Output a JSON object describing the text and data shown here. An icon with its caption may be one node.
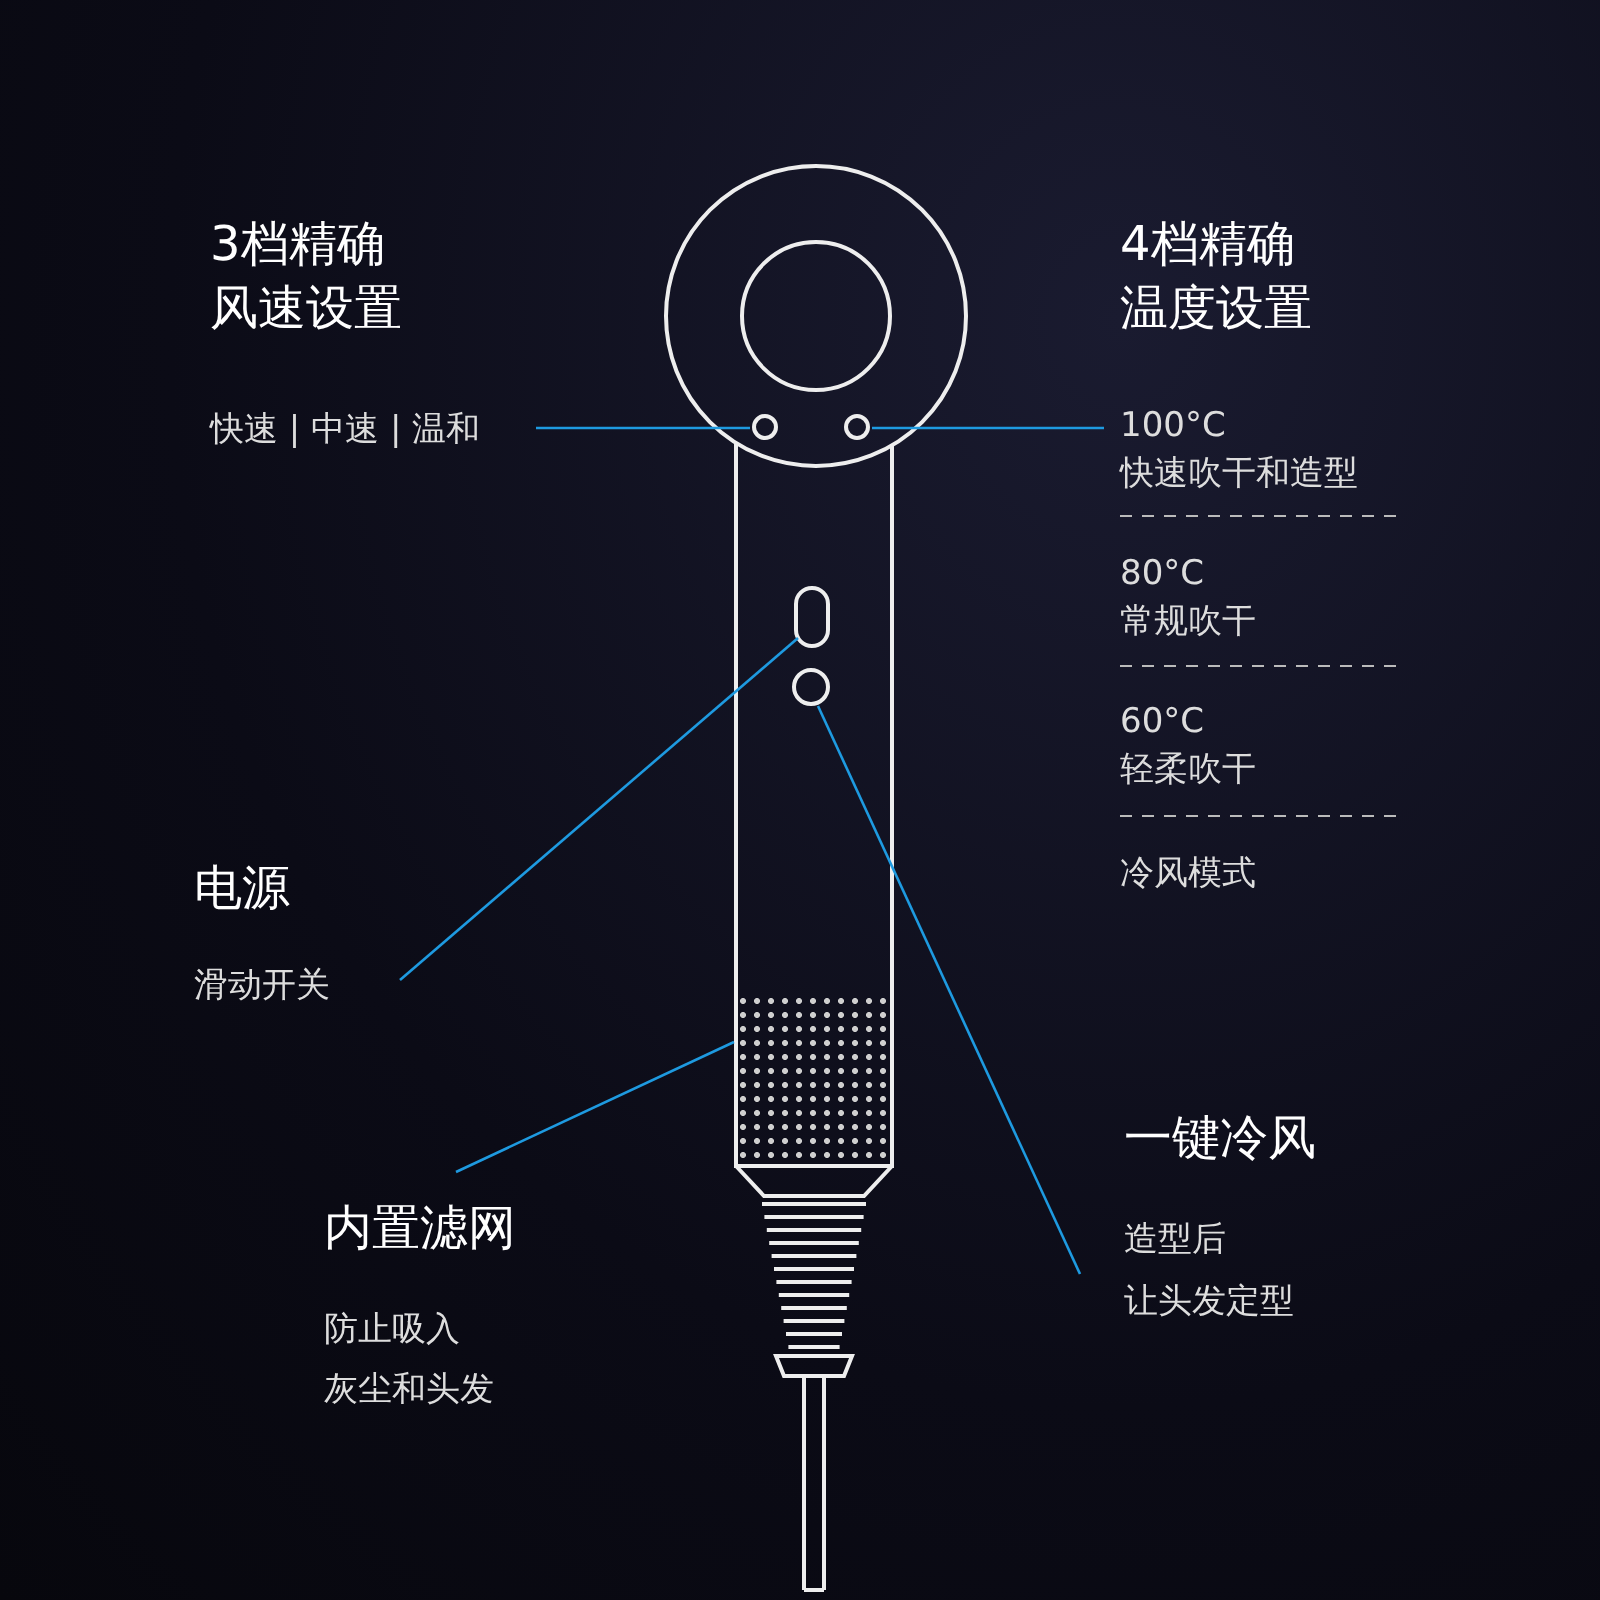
{
  "diagram": {
    "nodes": [
      {
        "text": [
          "3档精确风速设置",
          "快速 | 中速 | 温和"
        ]
      },
      {
        "text": [
          "4档精确温度设置"
        ]
      },
      {
        "text": [
          "100°C",
          "快速吹干和造型"
        ]
      },
      {
        "text": [
          "80°C",
          "常规吹干"
        ]
      },
      {
        "text": [
          "60°C",
          "轻柔吹干"
        ]
      },
      {
        "text": [
          "冷风模式"
        ]
      },
      {
        "text": [
          "电源",
          "滑动开关"
        ]
      },
      {
        "text": [
          "内置滤网",
          "防止吸入",
          "灰尘和头发"
        ]
      },
      {
        "text": [
          "一键冷风",
          "造型后",
          "让头发定型"
        ]
      },
      {
        "text": [],
        "shape": "picture"
      },
      {
        "text": [],
        "shape": "circle",
        "in": 9
      },
      {
        "text": [],
        "shape": "circle",
        "in": 9
      },
      {
        "text": [],
        "shape": "box",
        "in": 9
      },
      {
        "text": [],
        "shape": "circle",
        "in": 9
      },
      {
        "text": [],
        "shape": "box",
        "in": 9
      }
    ],
    "edges": [
      {
        "from": 0,
        "to": 10,
        "arrow": "none"
      },
      {
        "from": 2,
        "to": 11,
        "arrow": "none"
      },
      {
        "from": 6,
        "to": 12,
        "arrow": "none"
      },
      {
        "from": 7,
        "to": 14,
        "arrow": "none"
      },
      {
        "from": 8,
        "to": 13,
        "arrow": "none"
      }
    ]
  }
}
